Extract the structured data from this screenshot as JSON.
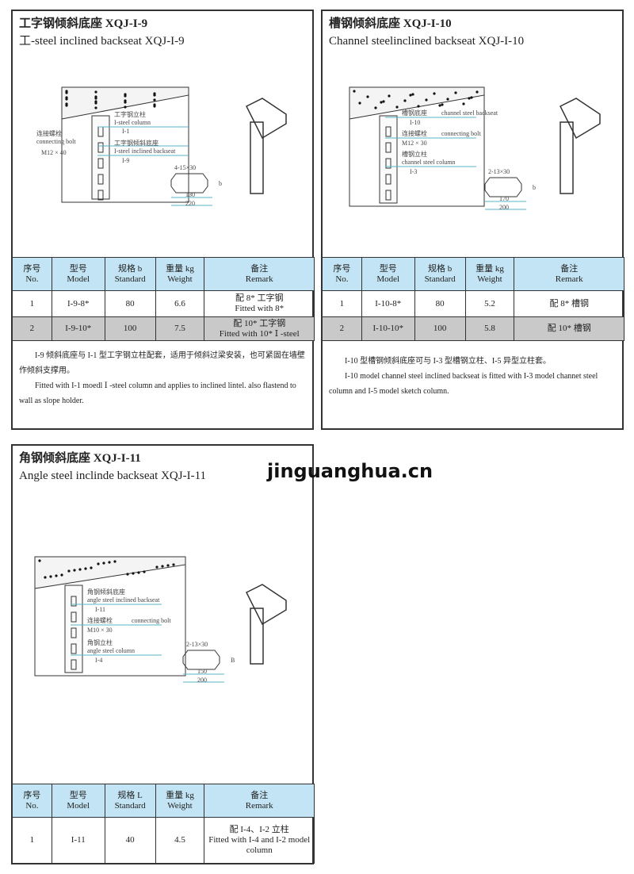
{
  "watermark": "jinguanghua.cn",
  "panels": [
    {
      "title_cn": "工字钢倾斜底座 XQJ-I-9",
      "title_en": "工-steel inclined backseat  XQJ-I-9",
      "labels": [
        "工字钢立柱",
        "I-steel column",
        "I-1",
        "连接螺栓",
        "connecting bolt",
        "M12 × 40",
        "工字钢倾斜底座",
        "I-steel inclined backseat",
        "I-9",
        "4-15×30",
        "130",
        "220",
        "b"
      ],
      "headers": [
        [
          "序号",
          "No."
        ],
        [
          "型号",
          "Model"
        ],
        [
          "规格 b",
          "Standard"
        ],
        [
          "重量 kg",
          "Weight"
        ],
        [
          "备注",
          "Remark"
        ]
      ],
      "rows": [
        [
          "1",
          "I-9-8*",
          "80",
          "6.6",
          "配 8* 工字钢",
          "Fitted with 8*"
        ],
        [
          "2",
          "I-9-10*",
          "100",
          "7.5",
          "配 10* 工字钢",
          "Fitted with 10* Ⅰ -steel"
        ]
      ],
      "desc": [
        "I-9 倾斜底座与 I-1 型工字钢立柱配套，适用于倾斜过梁安装，也可紧固在墙壁作倾斜支撑用。",
        "Fitted with I-1 moedl Ⅰ -steel column and applies to inclined lintel. also flastend to wall as slope holder."
      ]
    },
    {
      "title_cn": "槽钢倾斜底座 XQJ-I-10",
      "title_en": "Channel steelinclined backseat XQJ-I-10",
      "labels": [
        "槽钢底座",
        "channel steel backseat",
        "I-10",
        "连接螺栓",
        "connecting bolt",
        "M12 × 30",
        "槽钢立柱",
        "channel steel column",
        "I-3",
        "2-13×30",
        "170",
        "200",
        "b"
      ],
      "headers": [
        [
          "序号",
          "No."
        ],
        [
          "型号",
          "Model"
        ],
        [
          "规格 b",
          "Standard"
        ],
        [
          "重量 kg",
          "Weight"
        ],
        [
          "备注",
          "Remark"
        ]
      ],
      "rows": [
        [
          "1",
          "I-10-8*",
          "80",
          "5.2",
          "配 8* 槽钢",
          ""
        ],
        [
          "2",
          "I-10-10*",
          "100",
          "5.8",
          "配 10* 槽钢",
          ""
        ]
      ],
      "desc": [
        "I-10 型槽钢倾斜底座可与 I-3 型槽钢立柱、I-5 异型立柱套。",
        "I-10 model channel steel inclined backseat is fitted with I-3 model channet steel column and I-5 model sketch column."
      ]
    },
    {
      "title_cn": "角钢倾斜底座 XQJ-I-11",
      "title_en": "Angle steel inclinde backseat XQJ-I-11",
      "labels": [
        "角钢倾斜底座",
        "angle steel inclined backseat",
        "I-11",
        "连接螺栓",
        "connecting bolt",
        "M10 × 30",
        "角钢立柱",
        "angle steel column",
        "I-4",
        "2-13×30",
        "150",
        "200",
        "B"
      ],
      "headers": [
        [
          "序号",
          "No."
        ],
        [
          "型号",
          "Model"
        ],
        [
          "规格 L",
          "Standard"
        ],
        [
          "重量 kg",
          "Weight"
        ],
        [
          "备注",
          "Remark"
        ]
      ],
      "rows": [
        [
          "1",
          "I-11",
          "40",
          "4.5",
          "配 I-4、I-2 立柱",
          "Fitted with I-4 and I-2 model column"
        ]
      ]
    }
  ]
}
